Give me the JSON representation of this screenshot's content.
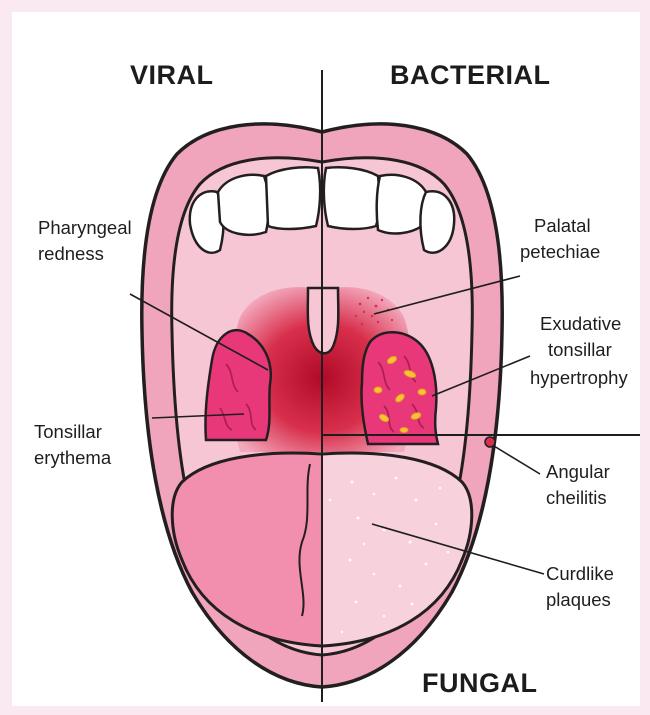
{
  "sections": {
    "viral": "VIRAL",
    "bacterial": "BACTERIAL",
    "fungal": "FUNGAL"
  },
  "labels": {
    "pharyngeal_redness": [
      "Pharyngeal",
      "redness"
    ],
    "tonsillar_erythema": [
      "Tonsillar",
      "erythema"
    ],
    "palatal_petechiae": [
      "Palatal",
      "petechiae"
    ],
    "exudative_tonsillar_hypertrophy": [
      "Exudative",
      "tonsillar",
      "hypertrophy"
    ],
    "angular_cheilitis": [
      "Angular",
      "cheilitis"
    ],
    "curdlike_plaques": [
      "Curdlike",
      "plaques"
    ]
  },
  "colors": {
    "page_background": "#fbe9f1",
    "lip": "#f0a5bd",
    "mouth_interior": "#f7c6d5",
    "throat": "#c2102f",
    "tonsil": "#e8387a",
    "tongue": "#f38fae",
    "fungal_tongue": "#f7d1dc",
    "exudate": "#f7c23a"
  }
}
